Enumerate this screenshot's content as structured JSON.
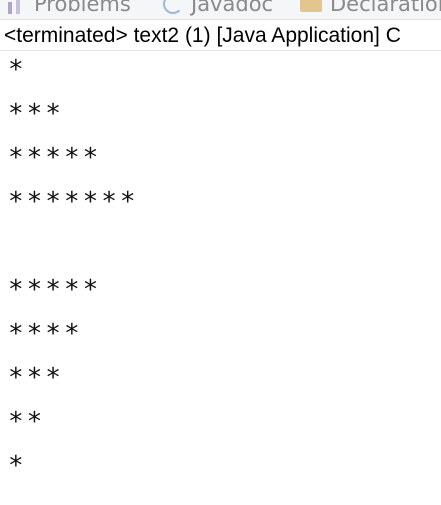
{
  "tabs": [
    {
      "label": "Problems",
      "icon": "problems-icon"
    },
    {
      "label": "Javadoc",
      "icon": "javadoc-icon"
    },
    {
      "label": "Declaration",
      "icon": "declaration-icon"
    }
  ],
  "console": {
    "title": "<terminated> text2 (1) [Java Application] C"
  },
  "output_lines": [
    "*",
    "***",
    "*****",
    "*******",
    "",
    "*****",
    "****",
    "***",
    "**",
    "*"
  ]
}
